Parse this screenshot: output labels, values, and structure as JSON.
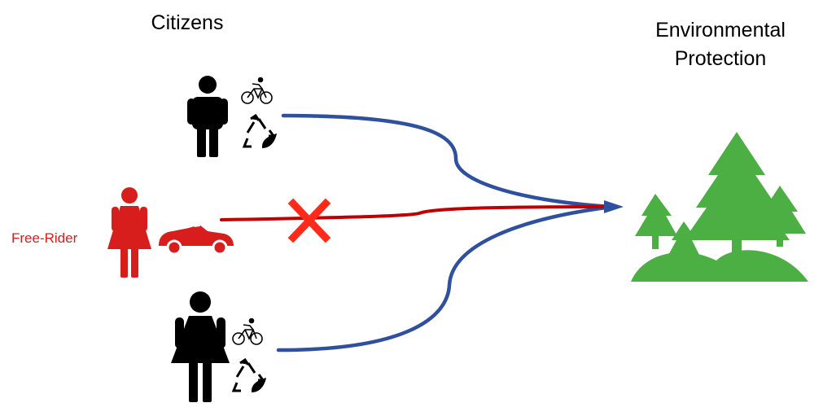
{
  "titles": {
    "citizens": "Citizens",
    "environmental_protection_line1": "Environmental",
    "environmental_protection_line2": "Protection",
    "free_rider": "Free-Rider"
  },
  "icons": {
    "citizen_top": "man-icon",
    "citizen_bottom": "woman-icon",
    "free_rider": "woman-icon",
    "bike": "bicycle-icon",
    "recycle": "recycle-leaf-icon",
    "car": "convertible-car-icon",
    "forest": "forest-icon",
    "blocked": "red-x-icon"
  },
  "colors": {
    "citizen_line": "#2f4f9f",
    "free_rider_line": "#c00000",
    "free_rider_figure": "#d81d1d",
    "cross": "#ff2a1a",
    "forest": "#4caf43",
    "figure": "#000000"
  }
}
